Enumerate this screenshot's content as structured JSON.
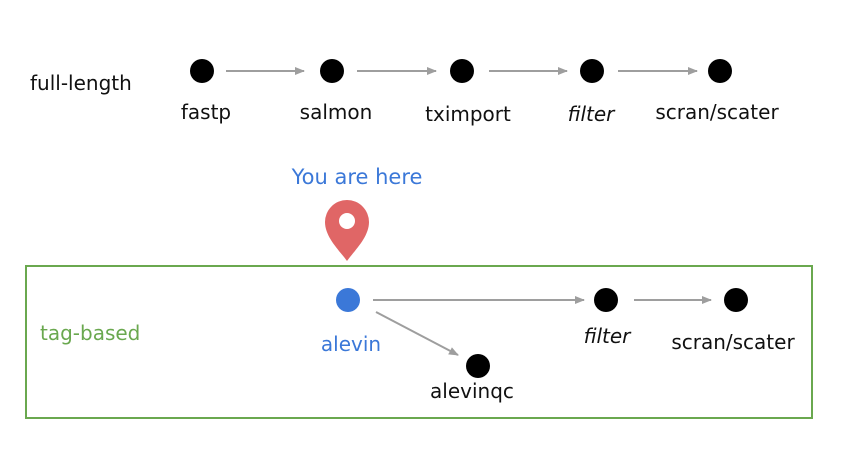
{
  "colors": {
    "node": "#000000",
    "active_node": "#3b78d8",
    "arrow": "#9e9e9e",
    "box_border": "#6aa84f",
    "tag_label": "#6aa84f",
    "here_label": "#3b78d8",
    "pin": "#e06666"
  },
  "full_length": {
    "label": "full-length",
    "steps": [
      "fastp",
      "salmon",
      "tximport",
      "filter",
      "scran/scater"
    ]
  },
  "marker": {
    "text": "You are here",
    "icon": "location-pin-icon"
  },
  "tag_based": {
    "label": "tag-based",
    "alevin": "alevin",
    "alevinqc": "alevinqc",
    "filter": "filter",
    "scran": "scran/scater"
  }
}
